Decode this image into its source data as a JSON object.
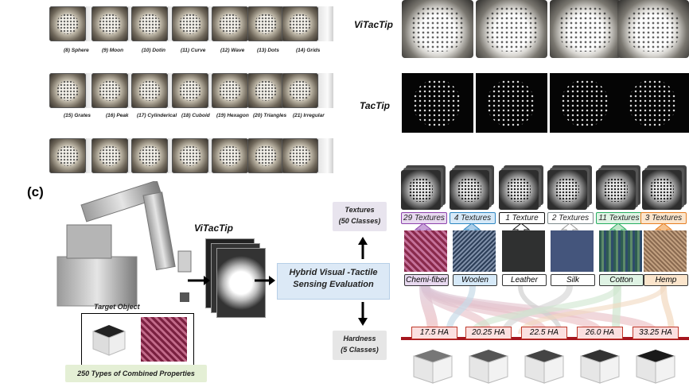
{
  "shapes": {
    "row1_labels": [
      "(8) Sphere",
      "(9) Moon",
      "(10) Dotin",
      "(11) Curve",
      "(12) Wave",
      "(13) Dots",
      "(14) Grids"
    ],
    "row2_labels": [
      "(15) Grates",
      "(16) Peak",
      "(17) Cylinderical",
      "(18) Cuboid",
      "(19) Hexagon",
      "(20) Triangles",
      "(21) Irregular"
    ]
  },
  "sensors": {
    "vitactip_label": "ViTacTip",
    "tactip_label": "TacTip"
  },
  "panel_c": {
    "tag": "(c)",
    "robot_sensor_label": "ViTacTip",
    "target_object_label": "Target Object",
    "combined_label": "250 Types of Combined Properties",
    "evaluation_label": "Hybrid Visual -Tactile\nSensing Evaluation",
    "textures_box": "Textures\n(50 Classes)",
    "hardness_box": "Hardness\n(5 Classes)"
  },
  "materials": [
    {
      "count": "29 Textures",
      "name": "Chemi-fiber",
      "color": "#8e44ad",
      "fill": "#e8d9f0"
    },
    {
      "count": "4 Textures",
      "name": "Woolen",
      "color": "#2e86c1",
      "fill": "#d6e9f8"
    },
    {
      "count": "1 Texture",
      "name": "Leather",
      "color": "#111111",
      "fill": "#ffffff"
    },
    {
      "count": "2 Textures",
      "name": "Silk",
      "color": "#7f8c8d",
      "fill": "#ffffff"
    },
    {
      "count": "11 Textures",
      "name": "Cotton",
      "color": "#27ae60",
      "fill": "#dff3e4"
    },
    {
      "count": "3 Textures",
      "name": "Hemp",
      "color": "#e67e22",
      "fill": "#fbe5cc"
    }
  ],
  "hardness": [
    "17.5 HA",
    "20.25 HA",
    "22.5 HA",
    "26.0 HA",
    "33.25 HA"
  ]
}
